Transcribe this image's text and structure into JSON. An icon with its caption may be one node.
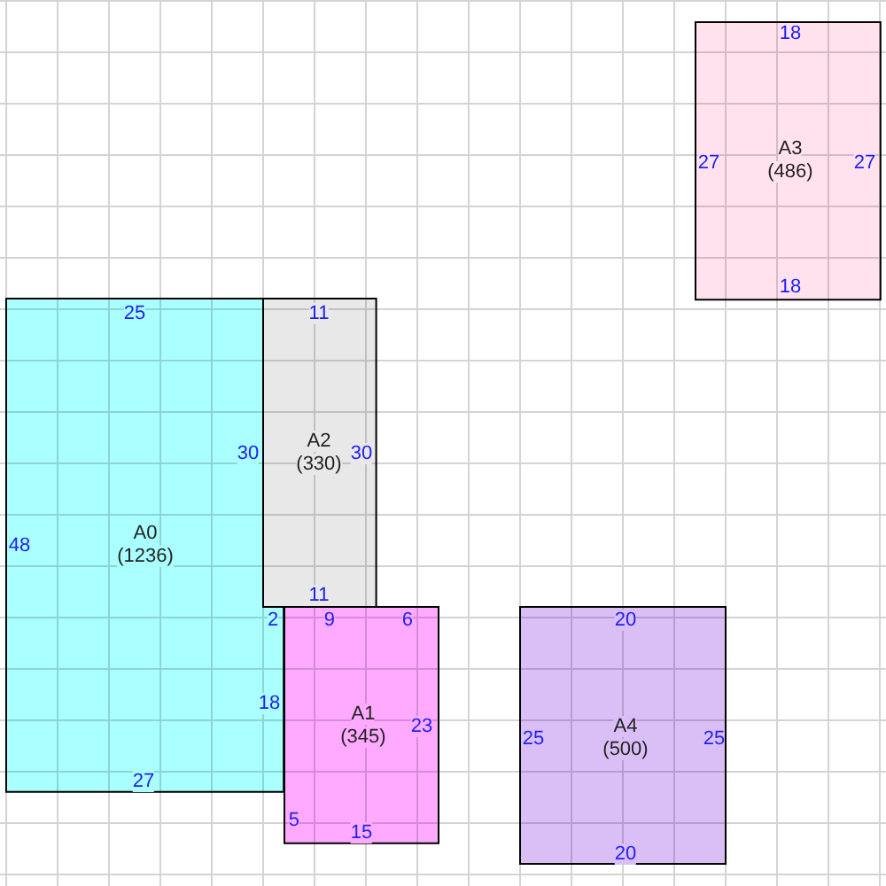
{
  "diagram": {
    "nodes": [
      {
        "text": [
          "25",
          "30",
          "A0",
          "48",
          "(1236)",
          "2",
          "18",
          "27"
        ]
      },
      {
        "text": [
          "9",
          "6",
          "A1",
          "23",
          "(345)",
          "5",
          "15"
        ]
      },
      {
        "text": [
          "11",
          "A2",
          "30",
          "(330)",
          "11"
        ]
      },
      {
        "text": [
          "18",
          "A3",
          "27",
          "27",
          "(486)",
          "18"
        ]
      },
      {
        "text": [
          "20",
          "A4",
          "25",
          "25",
          "(500)",
          "20"
        ]
      }
    ]
  }
}
